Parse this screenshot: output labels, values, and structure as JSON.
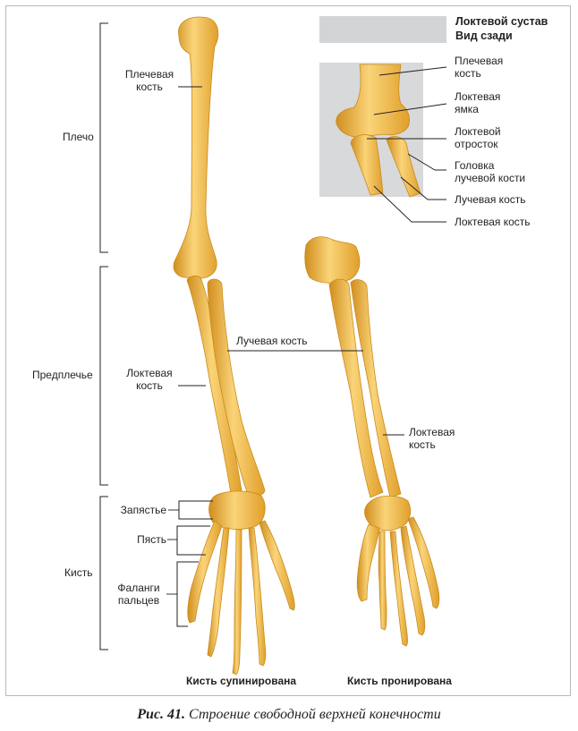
{
  "colors": {
    "bone": "#f2b63c",
    "bone_dark": "#d18e1e",
    "bone_light": "#fad479",
    "line": "#231f20",
    "inset": "#d8d9da"
  },
  "left": {
    "shoulder": "Плечо",
    "forearm": "Предплечье",
    "hand": "Кисть",
    "wrist": "Запястье",
    "metacarpus": "Пясть",
    "phalanges": [
      "Фаланги",
      "пальцев"
    ],
    "humerus": [
      "Плечевая",
      "кость"
    ],
    "ulna": [
      "Локтевая",
      "кость"
    ]
  },
  "center": {
    "radius": "Лучевая кость"
  },
  "right": {
    "ulna": [
      "Локтевая",
      "кость"
    ]
  },
  "inset": {
    "title": [
      "Локтевой сустав",
      "Вид сзади"
    ],
    "humerus": [
      "Плечевая",
      "кость"
    ],
    "fossa": [
      "Локтевая",
      "ямка"
    ],
    "olecranon": [
      "Локтевой",
      "отросток"
    ],
    "radial_head": [
      "Головка",
      "лучевой кости"
    ],
    "radius": "Лучевая кость",
    "ulna": "Локтевая кость"
  },
  "bottom": {
    "supinated": "Кисть супинирована",
    "pronated": "Кисть пронирована"
  },
  "caption": {
    "fig": "Рис. 41.",
    "text": "Строение свободной верхней конечности"
  }
}
